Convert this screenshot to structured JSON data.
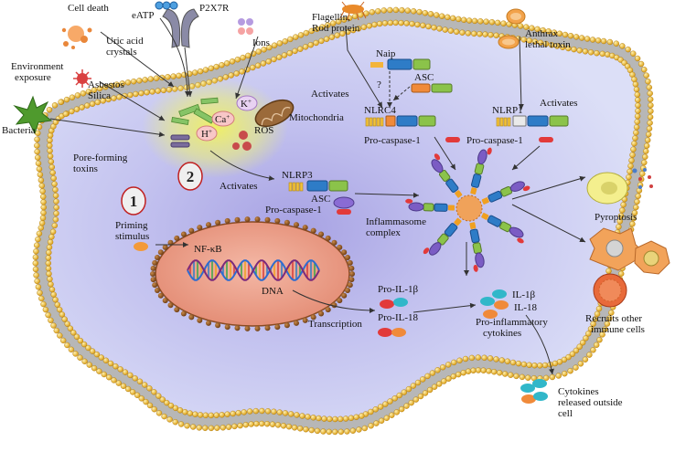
{
  "labels": {
    "cell_death": "Cell death",
    "eatp": "eATP",
    "p2x7r": "P2X7R",
    "uric_acid": "Uric acid\ncrystals",
    "ions": "Ions",
    "environment": "Environment\nexposure",
    "asbestos": "Asbestos\nSilica",
    "bacteria": "Bacteria",
    "k_ion": "K",
    "ca_ion": "Ca",
    "h_ion": "H",
    "ros": "ROS",
    "mitochondria": "Mitochondria",
    "pore_forming": "Pore-forming\ntoxins",
    "flagellin": "Flagellin,\nRod protein",
    "naip": "Naip",
    "question": "?",
    "asc_top": "ASC",
    "activates_left": "Activates",
    "nlrc4": "NLRC4",
    "pro_caspase_nlrc4": "Pro-caspase-1",
    "anthrax": "Anthrax\nlethal toxin",
    "activates_right": "Activates",
    "nlrp1": "NLRP1",
    "pro_caspase_nlrp1": "Pro-caspase-1",
    "activates_mid": "Activates",
    "nlrp3": "NLRP3",
    "asc_nlrp3": "ASC",
    "pro_caspase_nlrp3": "Pro-caspase-1",
    "inflammasome": "Inflammasome\ncomplex",
    "priming": "Priming\nstimulus",
    "nfkb": "NF-κB",
    "dna": "DNA",
    "transcription": "Transcription",
    "pro_il1b": "Pro-IL-1β",
    "pro_il18": "Pro-IL-18",
    "il1b": "IL-1β",
    "il18": "IL-18",
    "pro_inflammatory": "Pro-inflammatory\ncytokines",
    "pyroptosis": "Pyroptosis",
    "recruits": "Recruits other\nimmune cells",
    "cytokines_released": "Cytokines\nreleased outside\ncell",
    "step1": "1",
    "step2": "2"
  },
  "colors": {
    "cytoplasm": "#c9c9ef",
    "membrane_head": "#e0a91b",
    "nucleus": "#e59a83",
    "nuclear_rim": "#7e4a1a",
    "caspase": "#e23a3a",
    "nlr_blue": "#2e7cc7",
    "nlr_green": "#8bc34a",
    "asc_purple": "#7b5cc4",
    "inflammasome_arm": "#6b5fb5"
  }
}
